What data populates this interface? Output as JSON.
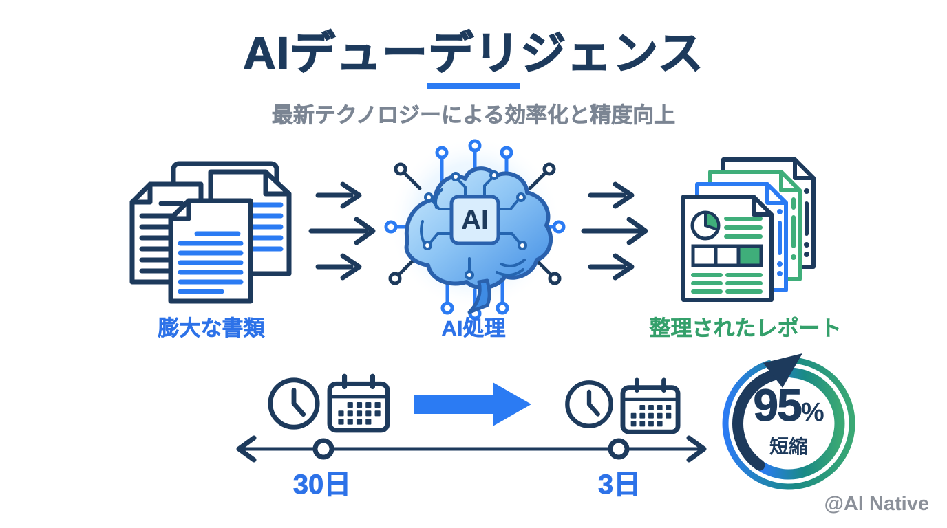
{
  "header": {
    "title": "AIデューデリジェンス",
    "subtitle": "最新テクノロジーによる効率化と精度向上"
  },
  "flow": {
    "input_label": "膨大な書類",
    "chip_label": "AI",
    "process_label": "AI処理",
    "output_label": "整理されたレポート"
  },
  "timeline": {
    "before_label": "30日",
    "after_label": "3日"
  },
  "badge": {
    "value": "95",
    "unit": "%",
    "caption": "短縮"
  },
  "watermark": "@AI Native",
  "colors": {
    "navy": "#1d3a5c",
    "blue": "#2b7bf3",
    "label-blue": "#2d72e8",
    "green": "#35a06b",
    "icon-green": "#3fae7a",
    "subtitle-gray": "#7b8593",
    "watermark-gray": "#8b9099"
  }
}
